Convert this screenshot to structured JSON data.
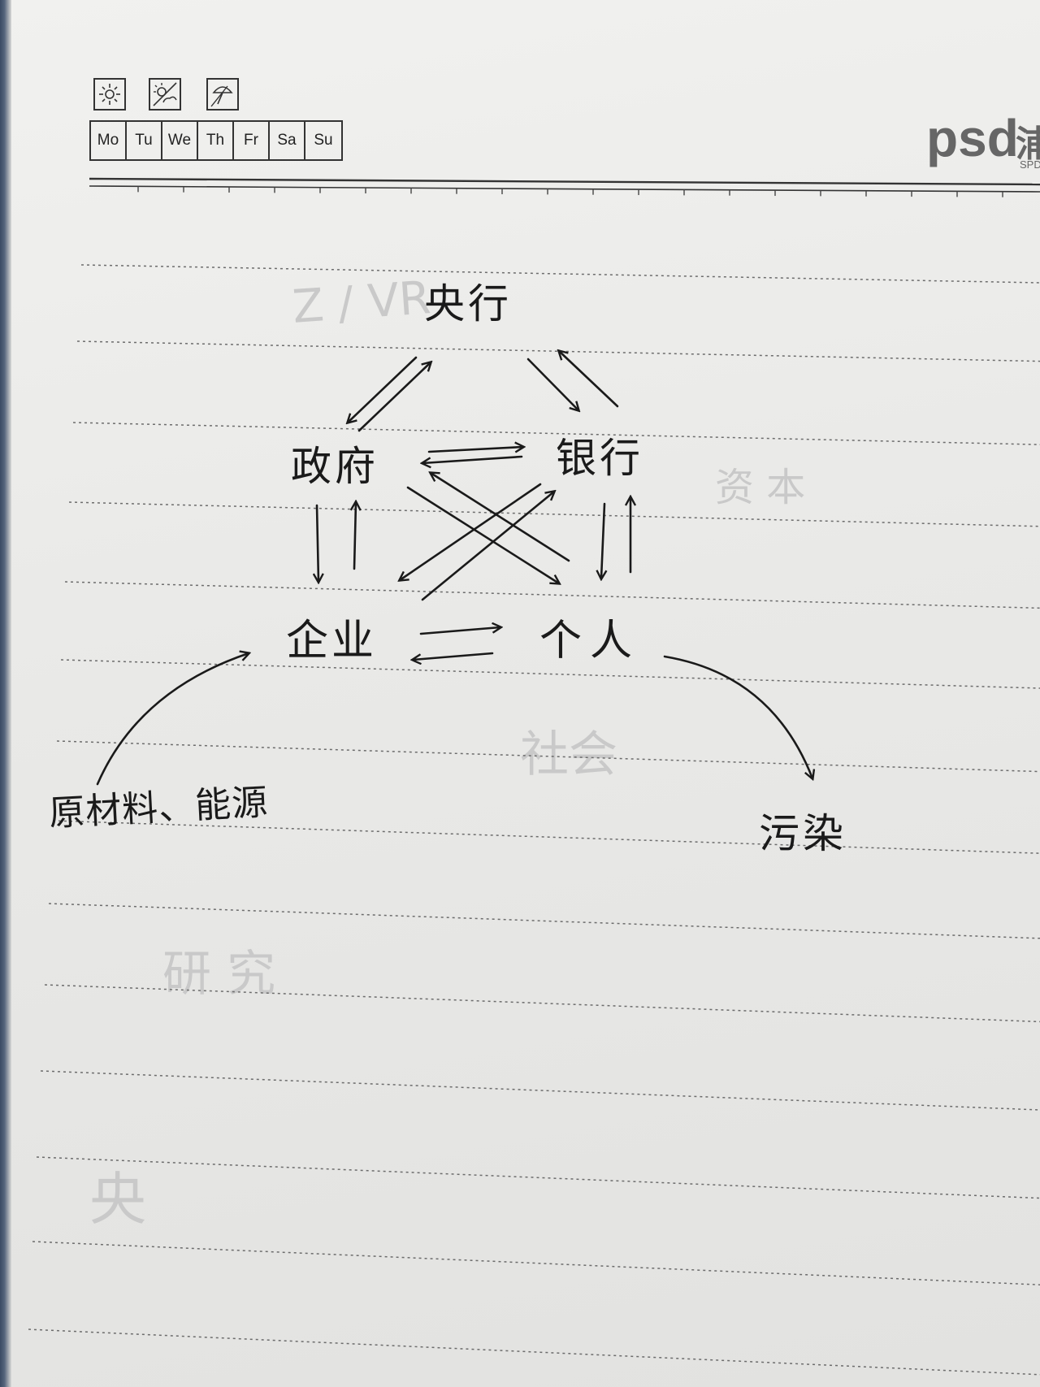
{
  "header": {
    "weather_icons": [
      "sun-icon",
      "partly-cloudy-icon",
      "umbrella-icon"
    ],
    "days": [
      "Mo",
      "Tu",
      "We",
      "Th",
      "Fr",
      "Sa",
      "Su"
    ],
    "brand_mark": "psd",
    "brand_char": "浦",
    "brand_sub": "SPD"
  },
  "diagram": {
    "nodes": {
      "central_bank": "央行",
      "government": "政府",
      "bank": "银行",
      "enterprise": "企业",
      "individual": "个人",
      "raw_materials": "原材料、能源",
      "pollution": "污染"
    }
  },
  "colors": {
    "ink": "#1a1a1a",
    "paper": "#ececea",
    "rule": "#7a7a7a"
  }
}
